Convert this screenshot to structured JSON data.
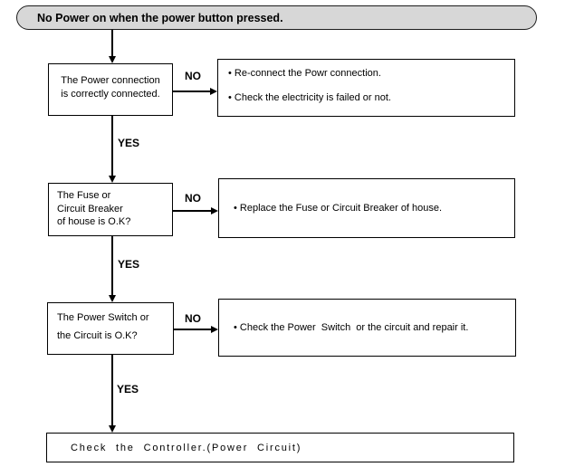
{
  "colors": {
    "stadium_fill": "#d7d7d7",
    "line": "#000000",
    "background": "#ffffff"
  },
  "flow": {
    "title": "No Power on when the power button pressed.",
    "terminal": "Check the Controller.(Power Circuit)",
    "steps": [
      {
        "question_lines": [
          "The Power connection",
          "is correctly connected."
        ],
        "no_label": "NO",
        "yes_label": "YES",
        "actions": [
          "• Re-connect the Powr connection.",
          "• Check the electricity is failed or not."
        ]
      },
      {
        "question_lines": [
          "The Fuse or",
          "Circuit Breaker",
          "of house is O.K?"
        ],
        "no_label": "NO",
        "yes_label": "YES",
        "actions": [
          "• Replace the Fuse or Circuit Breaker of house."
        ]
      },
      {
        "question_lines": [
          "The Power Switch or",
          "the Circuit is O.K?"
        ],
        "no_label": "NO",
        "yes_label": "YES",
        "actions": [
          "• Check the Power  Switch  or the circuit and repair it."
        ]
      }
    ]
  }
}
